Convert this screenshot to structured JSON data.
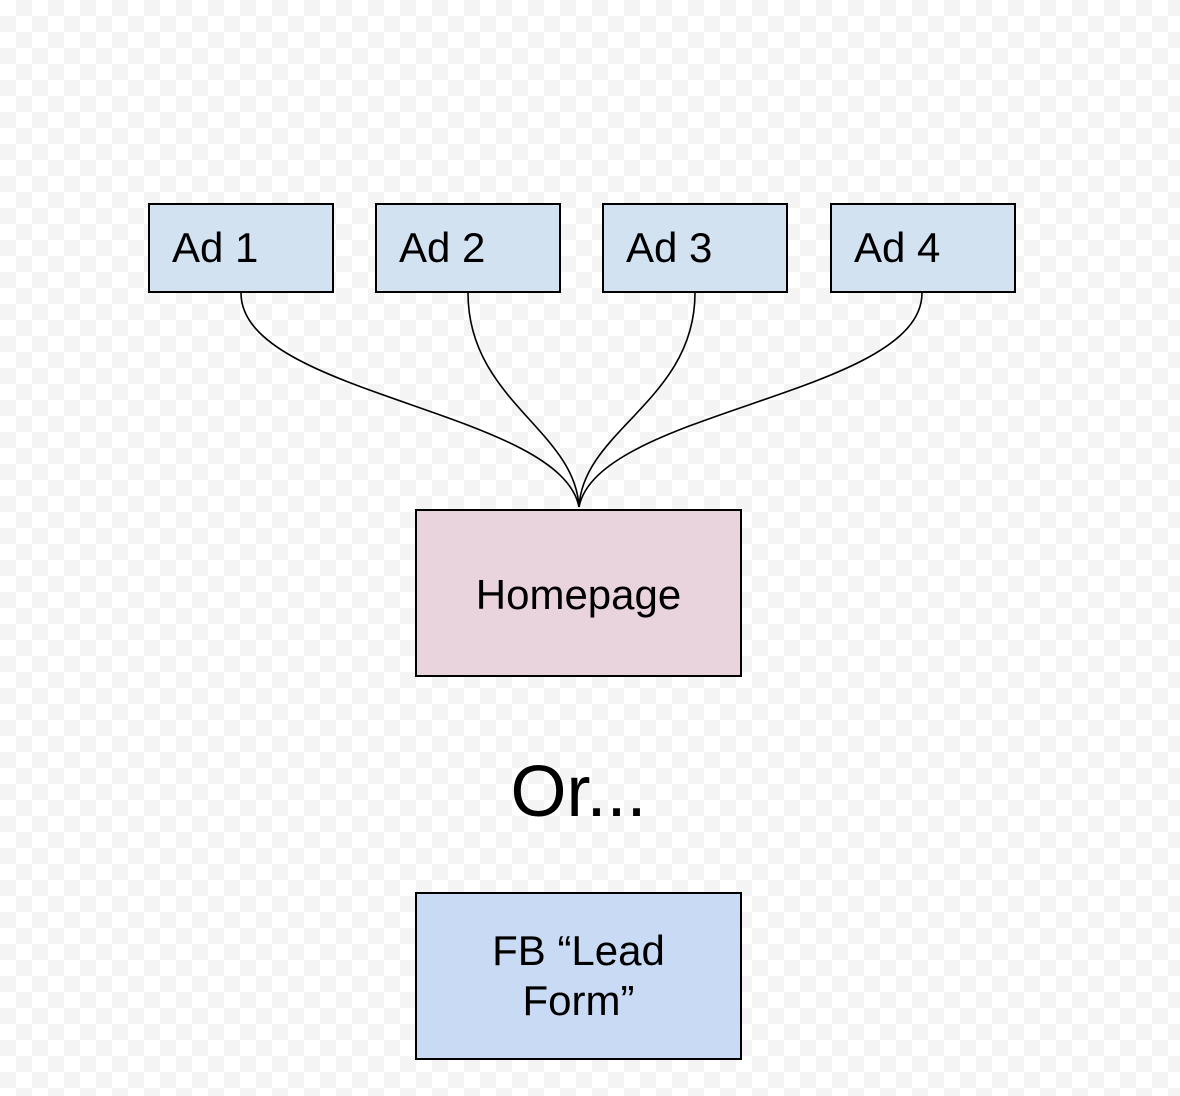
{
  "ads": [
    {
      "label": "Ad 1"
    },
    {
      "label": "Ad 2"
    },
    {
      "label": "Ad 3"
    },
    {
      "label": "Ad 4"
    }
  ],
  "homepage": {
    "label": "Homepage"
  },
  "divider_text": "Or...",
  "lead_form": {
    "label": "FB “Lead Form”"
  },
  "colors": {
    "ad_fill": "#d3e2f1",
    "homepage_fill": "#e9d3dd",
    "lead_form_fill": "#c9daf4",
    "stroke": "#000000"
  }
}
